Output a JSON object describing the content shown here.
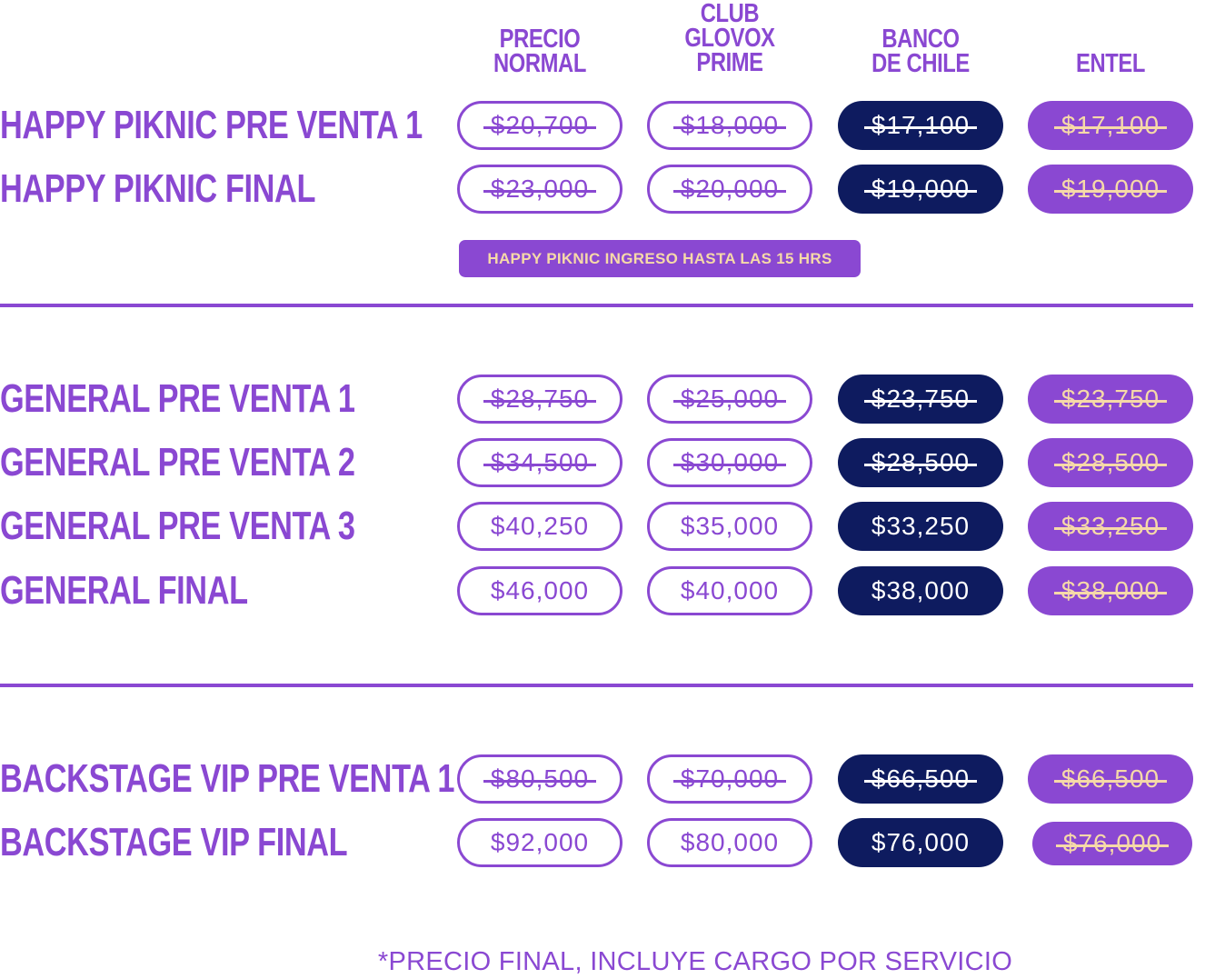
{
  "headers": [
    "PRECIO NORMAL",
    "CLUB GLOVOX PRIME",
    "BANCO DE CHILE",
    "ENTEL"
  ],
  "header_lines": [
    [
      "PRECIO",
      "NORMAL"
    ],
    [
      "CLUB",
      "GLOVOX",
      "PRIME"
    ],
    [
      "BANCO",
      "DE CHILE"
    ],
    [
      "ENTEL"
    ]
  ],
  "rows": [
    {
      "label": "HAPPY PIKNIC PRE VENTA 1",
      "prices": [
        "$20,700",
        "$18,000",
        "$17,100",
        "$17,100"
      ],
      "struck": [
        true,
        true,
        true,
        true
      ]
    },
    {
      "label": "HAPPY PIKNIC FINAL",
      "prices": [
        "$23,000",
        "$20,000",
        "$19,000",
        "$19,000"
      ],
      "struck": [
        true,
        true,
        true,
        true
      ]
    },
    {
      "label": "GENERAL PRE VENTA 1",
      "prices": [
        "$28,750",
        "$25,000",
        "$23,750",
        "$23,750"
      ],
      "struck": [
        true,
        true,
        true,
        true
      ]
    },
    {
      "label": "GENERAL PRE VENTA 2",
      "prices": [
        "$34,500",
        "$30,000",
        "$28,500",
        "$28,500"
      ],
      "struck": [
        true,
        true,
        true,
        true
      ]
    },
    {
      "label": "GENERAL PRE VENTA 3",
      "prices": [
        "$40,250",
        "$35,000",
        "$33,250",
        "$33,250"
      ],
      "struck": [
        false,
        false,
        false,
        true
      ]
    },
    {
      "label": "GENERAL FINAL",
      "prices": [
        "$46,000",
        "$40,000",
        "$38,000",
        "$38,000"
      ],
      "struck": [
        false,
        false,
        false,
        true
      ]
    },
    {
      "label": "BACKSTAGE VIP PRE VENTA 1",
      "prices": [
        "$80,500",
        "$70,000",
        "$66,500",
        "$66,500"
      ],
      "struck": [
        true,
        true,
        true,
        true
      ]
    },
    {
      "label": "BACKSTAGE VIP FINAL",
      "prices": [
        "$92,000",
        "$80,000",
        "$76,000",
        "$76,000"
      ],
      "struck": [
        false,
        false,
        false,
        true
      ]
    }
  ],
  "happy_note": "HAPPY PIKNIC INGRESO HASTA LAS 15 HRS",
  "footnote": "*PRECIO FINAL, INCLUYE CARGO POR SERVICIO",
  "colors": {
    "purple": "#8a48d2",
    "navy": "#0e1b5f",
    "cream": "#f6d9a8",
    "white": "#ffffff"
  }
}
